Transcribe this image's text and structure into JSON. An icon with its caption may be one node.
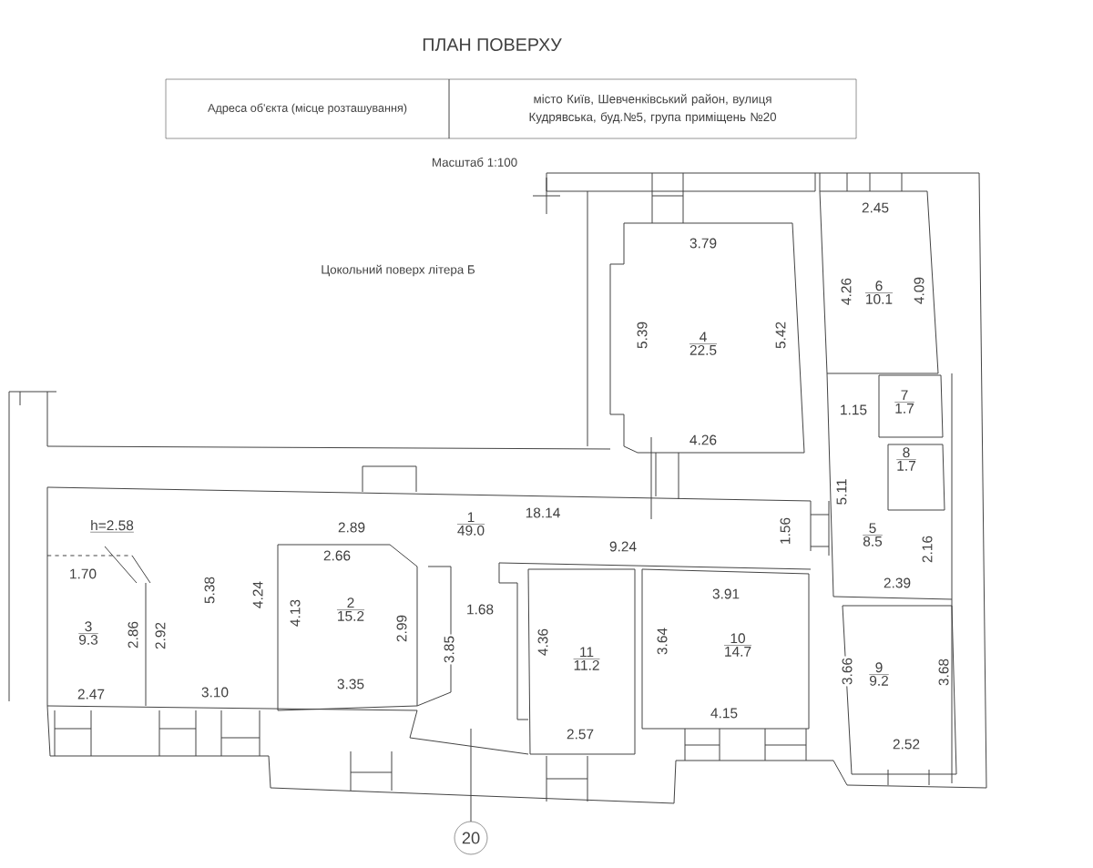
{
  "diagram": {
    "title": "ПЛАН ПОВЕРХУ",
    "nodes": [
      {
        "text": [
          "6",
          "10.1"
        ]
      },
      {
        "text": [
          "4",
          "22.5"
        ]
      },
      {
        "text": [
          "7",
          "1.7"
        ]
      },
      {
        "text": [
          "8",
          "1.7"
        ]
      },
      {
        "text": [
          "1",
          "49.0"
        ]
      },
      {
        "text": [
          "5",
          "8.5"
        ]
      },
      {
        "text": [
          "2",
          "15.2"
        ]
      },
      {
        "text": [
          "3",
          "9.3"
        ]
      },
      {
        "text": [
          "10",
          "14.7"
        ]
      },
      {
        "text": [
          "11",
          "11.2"
        ]
      },
      {
        "text": [
          "9",
          "9.2"
        ]
      },
      {
        "text": [
          "20"
        ]
      }
    ],
    "labels": [
      "Адреса об'єкта (місце розташування)",
      "місто Київ, Шевченківський район, вулиця Кудрявська, буд.№5, група приміщень №20",
      "Масштаб 1:100",
      "Цокольний поверх літера Б",
      "2.45",
      "3.79",
      "4.26",
      "4.09",
      "5.39",
      "5.42",
      "1.15",
      "4.26",
      "5.11",
      "18.14",
      "h=2.58",
      "2.89",
      "1.56",
      "9.24",
      "2.66",
      "2.16",
      "1.70",
      "2.39",
      "5.38",
      "4.24",
      "3.91",
      "1.68",
      "2.86",
      "2.92",
      "4.13",
      "2.99",
      "3.85",
      "4.36",
      "3.64",
      "3.66",
      "3.68",
      "3.35",
      "2.47",
      "3.10",
      "4.15",
      "2.57",
      "2.52"
    ]
  }
}
